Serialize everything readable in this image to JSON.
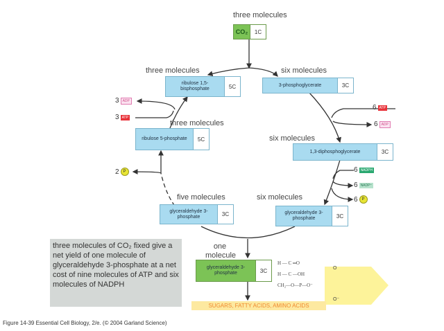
{
  "top": {
    "label": "three molecules",
    "co2": "CO₂",
    "carbons": "1C"
  },
  "boxes": {
    "rubp": {
      "label": "three molecules",
      "name": "ribulose 1,5-bisphosphate",
      "carbons": "5C"
    },
    "pga": {
      "label": "six molecules",
      "name": "3-phosphoglycerate",
      "carbons": "3C"
    },
    "r5p": {
      "label": "three molecules",
      "name": "ribulose 5-phosphate",
      "carbons": "5C"
    },
    "bpg": {
      "label": "six molecules",
      "name": "1,3-diphosphoglycerate",
      "carbons": "3C"
    },
    "g3p5": {
      "label": "five molecules",
      "name": "glyceraldehyde 3-phosphate",
      "carbons": "3C"
    },
    "g3p6": {
      "label": "six molecules",
      "name": "glyceraldehyde 3-phosphate",
      "carbons": "3C"
    },
    "g3p1": {
      "label": "one molecule",
      "name": "glyceraldehyde 3-phosphate",
      "carbons": "3C"
    }
  },
  "cofactors": {
    "left_adp": {
      "n": "3",
      "tag": "ADP"
    },
    "left_atp": {
      "n": "3",
      "tag": "ATP"
    },
    "left_p": {
      "n": "2",
      "tag": "P"
    },
    "right_atp": {
      "n": "6",
      "tag": "ATP"
    },
    "right_adp": {
      "n": "6",
      "tag": "ADP"
    },
    "right_nadph": {
      "n": "6",
      "tag": "NADPH"
    },
    "right_nadp": {
      "n": "6",
      "tag": "NADP⁺"
    },
    "right_p": {
      "n": "6",
      "tag": "P"
    }
  },
  "summary": "three molecules of CO₂ fixed give a net yield of one molecule of glyceraldehyde 3-phosphate at a net cost of nine molecules of ATP and six molecules of NADPH",
  "structure": {
    "r1": "H — C ═O",
    "r2": "H — C —OH",
    "r3": "CH₂—O—P—O⁻",
    "po_top": "O",
    "po_bottom": "O⁻"
  },
  "products": "SUGARS, FATTY ACIDS, AMINO ACIDS",
  "caption": "Figure 14-39  Essential Cell Biology, 2/e. (© 2004 Garland Science)",
  "colors": {
    "box": "#a9dbf0",
    "green": "#7cc356",
    "atp": "#e8333a",
    "nadph": "#2aa870",
    "summary_bg": "#d4d8d6",
    "products": "#f08a30"
  }
}
